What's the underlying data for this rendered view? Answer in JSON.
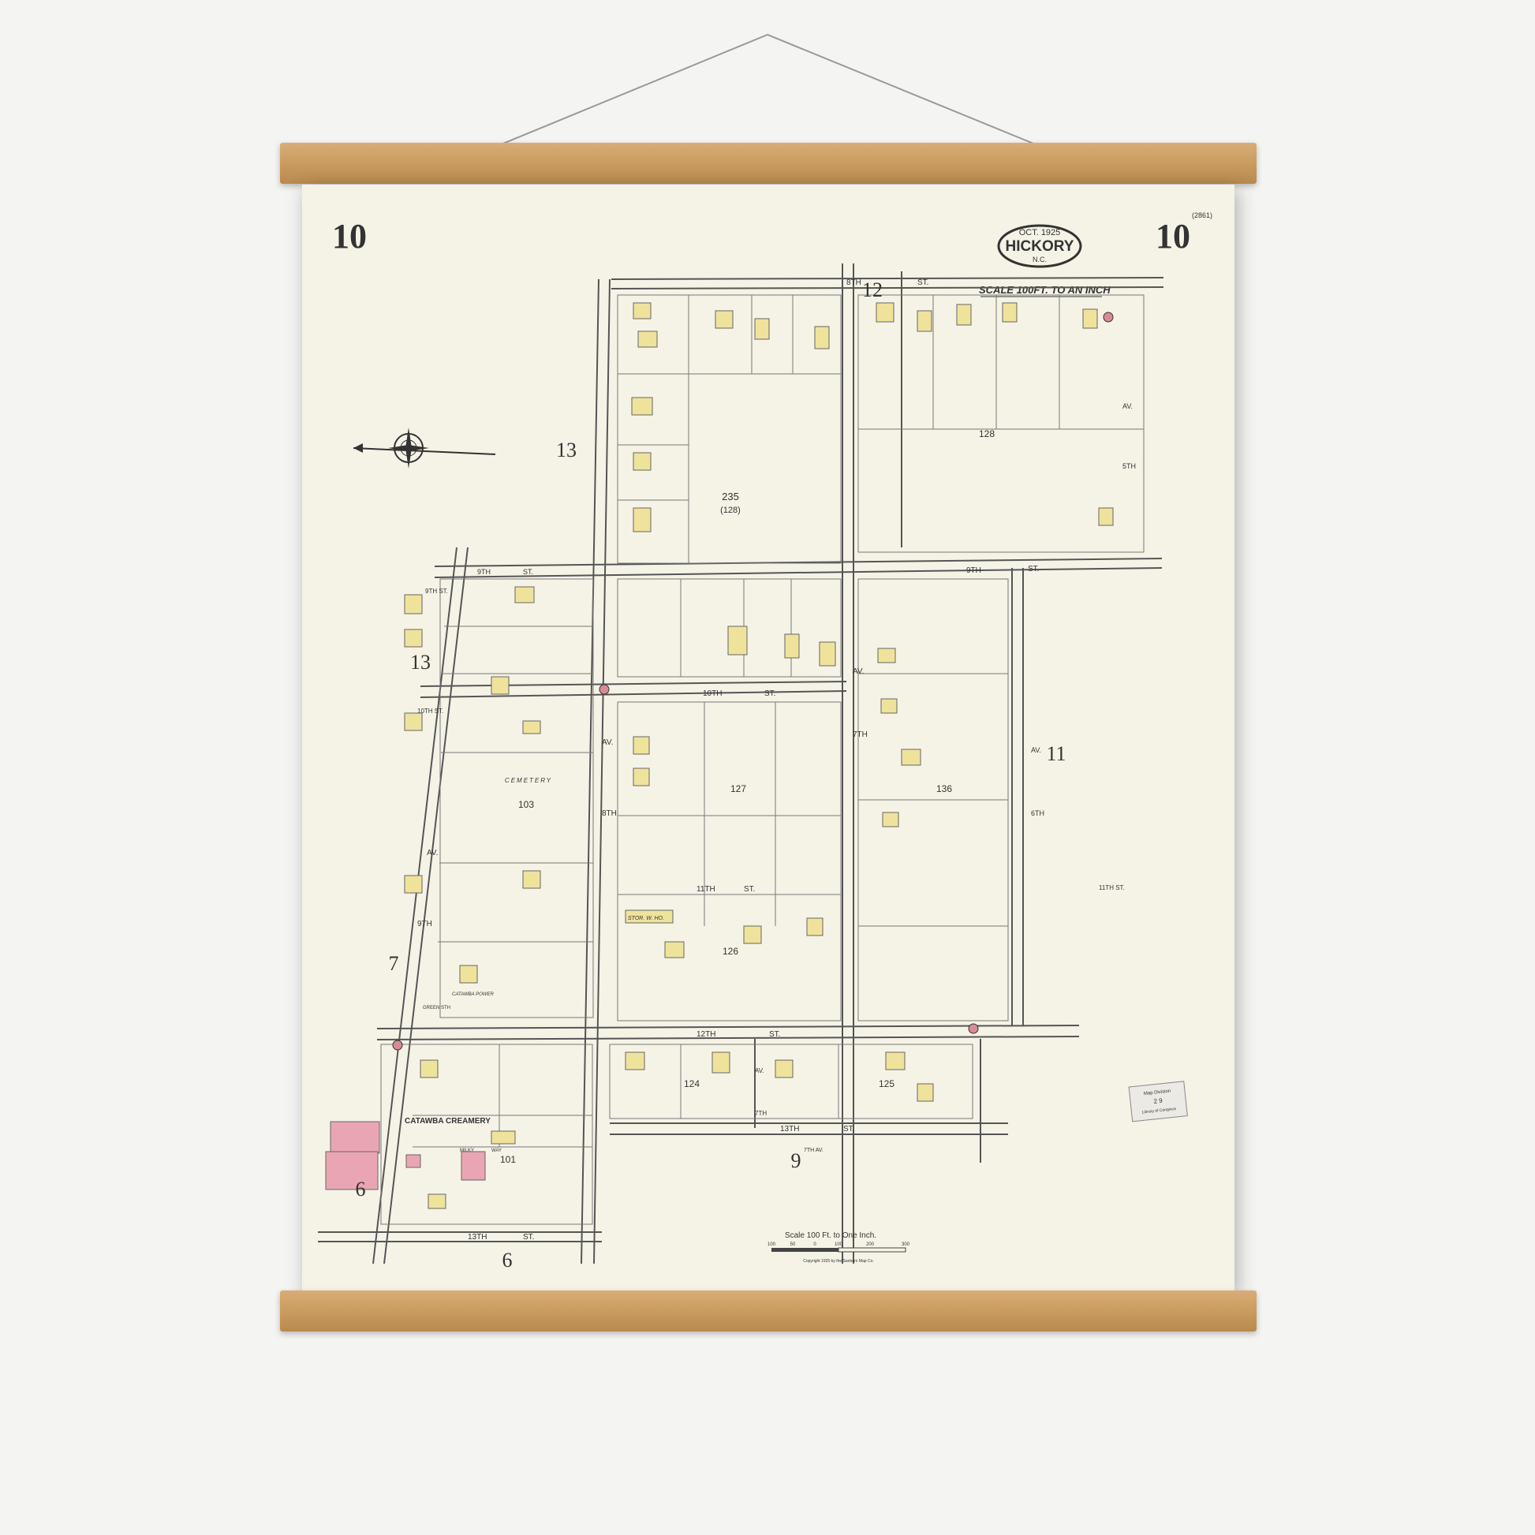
{
  "sheet": {
    "sheet_number_left": "10",
    "sheet_number_right": "10",
    "corner_note": "(2861)",
    "title_badge": {
      "date": "OCT. 1925",
      "city": "HICKORY",
      "state": "N.C."
    },
    "scale_top": "SCALE 100FT. TO AN INCH",
    "scale_bottom": "Scale 100 Ft. to One Inch.",
    "scale_ticks": [
      "100",
      "50",
      "0",
      "100",
      "200",
      "300"
    ],
    "copyright": "Copyright 1925 by the Sanborn Map Co.",
    "stamp": [
      "Map Division",
      "2 9",
      "Library of Congress"
    ]
  },
  "adjacent_sheets": [
    "12",
    "13",
    "13",
    "11",
    "7",
    "6",
    "9",
    "6"
  ],
  "streets": [
    "8TH",
    "ST.",
    "9TH",
    "ST.",
    "9TH",
    "ST.",
    "9TH ST.",
    "10TH ST.",
    "10TH",
    "ST.",
    "11TH",
    "ST.",
    "11TH ST.",
    "12TH",
    "ST.",
    "13TH",
    "ST.",
    "13TH",
    "ST.",
    "8TH",
    "AV.",
    "7TH",
    "AV.",
    "5TH",
    "AV.",
    "6TH",
    "AV.",
    "9TH",
    "AV.",
    "7TH",
    "AV.",
    "7TH AV."
  ],
  "blocks": [
    "235",
    "(128)",
    "128",
    "127",
    "136",
    "103",
    "126",
    "124",
    "125",
    "101"
  ],
  "labels": [
    "CEMETERY",
    "CATAWBA CREAMERY",
    "MILKY",
    "WAY",
    "STOR. W. HO.",
    "GREEN STH",
    "CATAWBA POWER"
  ],
  "colors": {
    "paper": "#f5f3e6",
    "dwelling": "#efe39c",
    "brick": "#e9a6b2",
    "hanger": "#c99a5e"
  },
  "icons": [
    "compass-rose-icon",
    "fire-hydrant-icon"
  ]
}
